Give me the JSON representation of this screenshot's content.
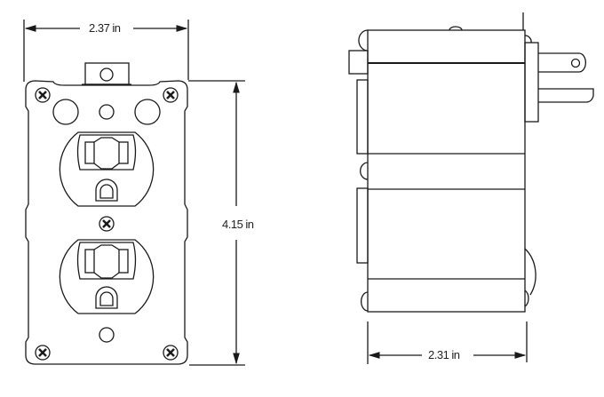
{
  "dimensions": {
    "front_width": "2.37 in",
    "front_height": "4.15 in",
    "side_depth": "2.31 in"
  },
  "line_color": "#1a1a1a"
}
